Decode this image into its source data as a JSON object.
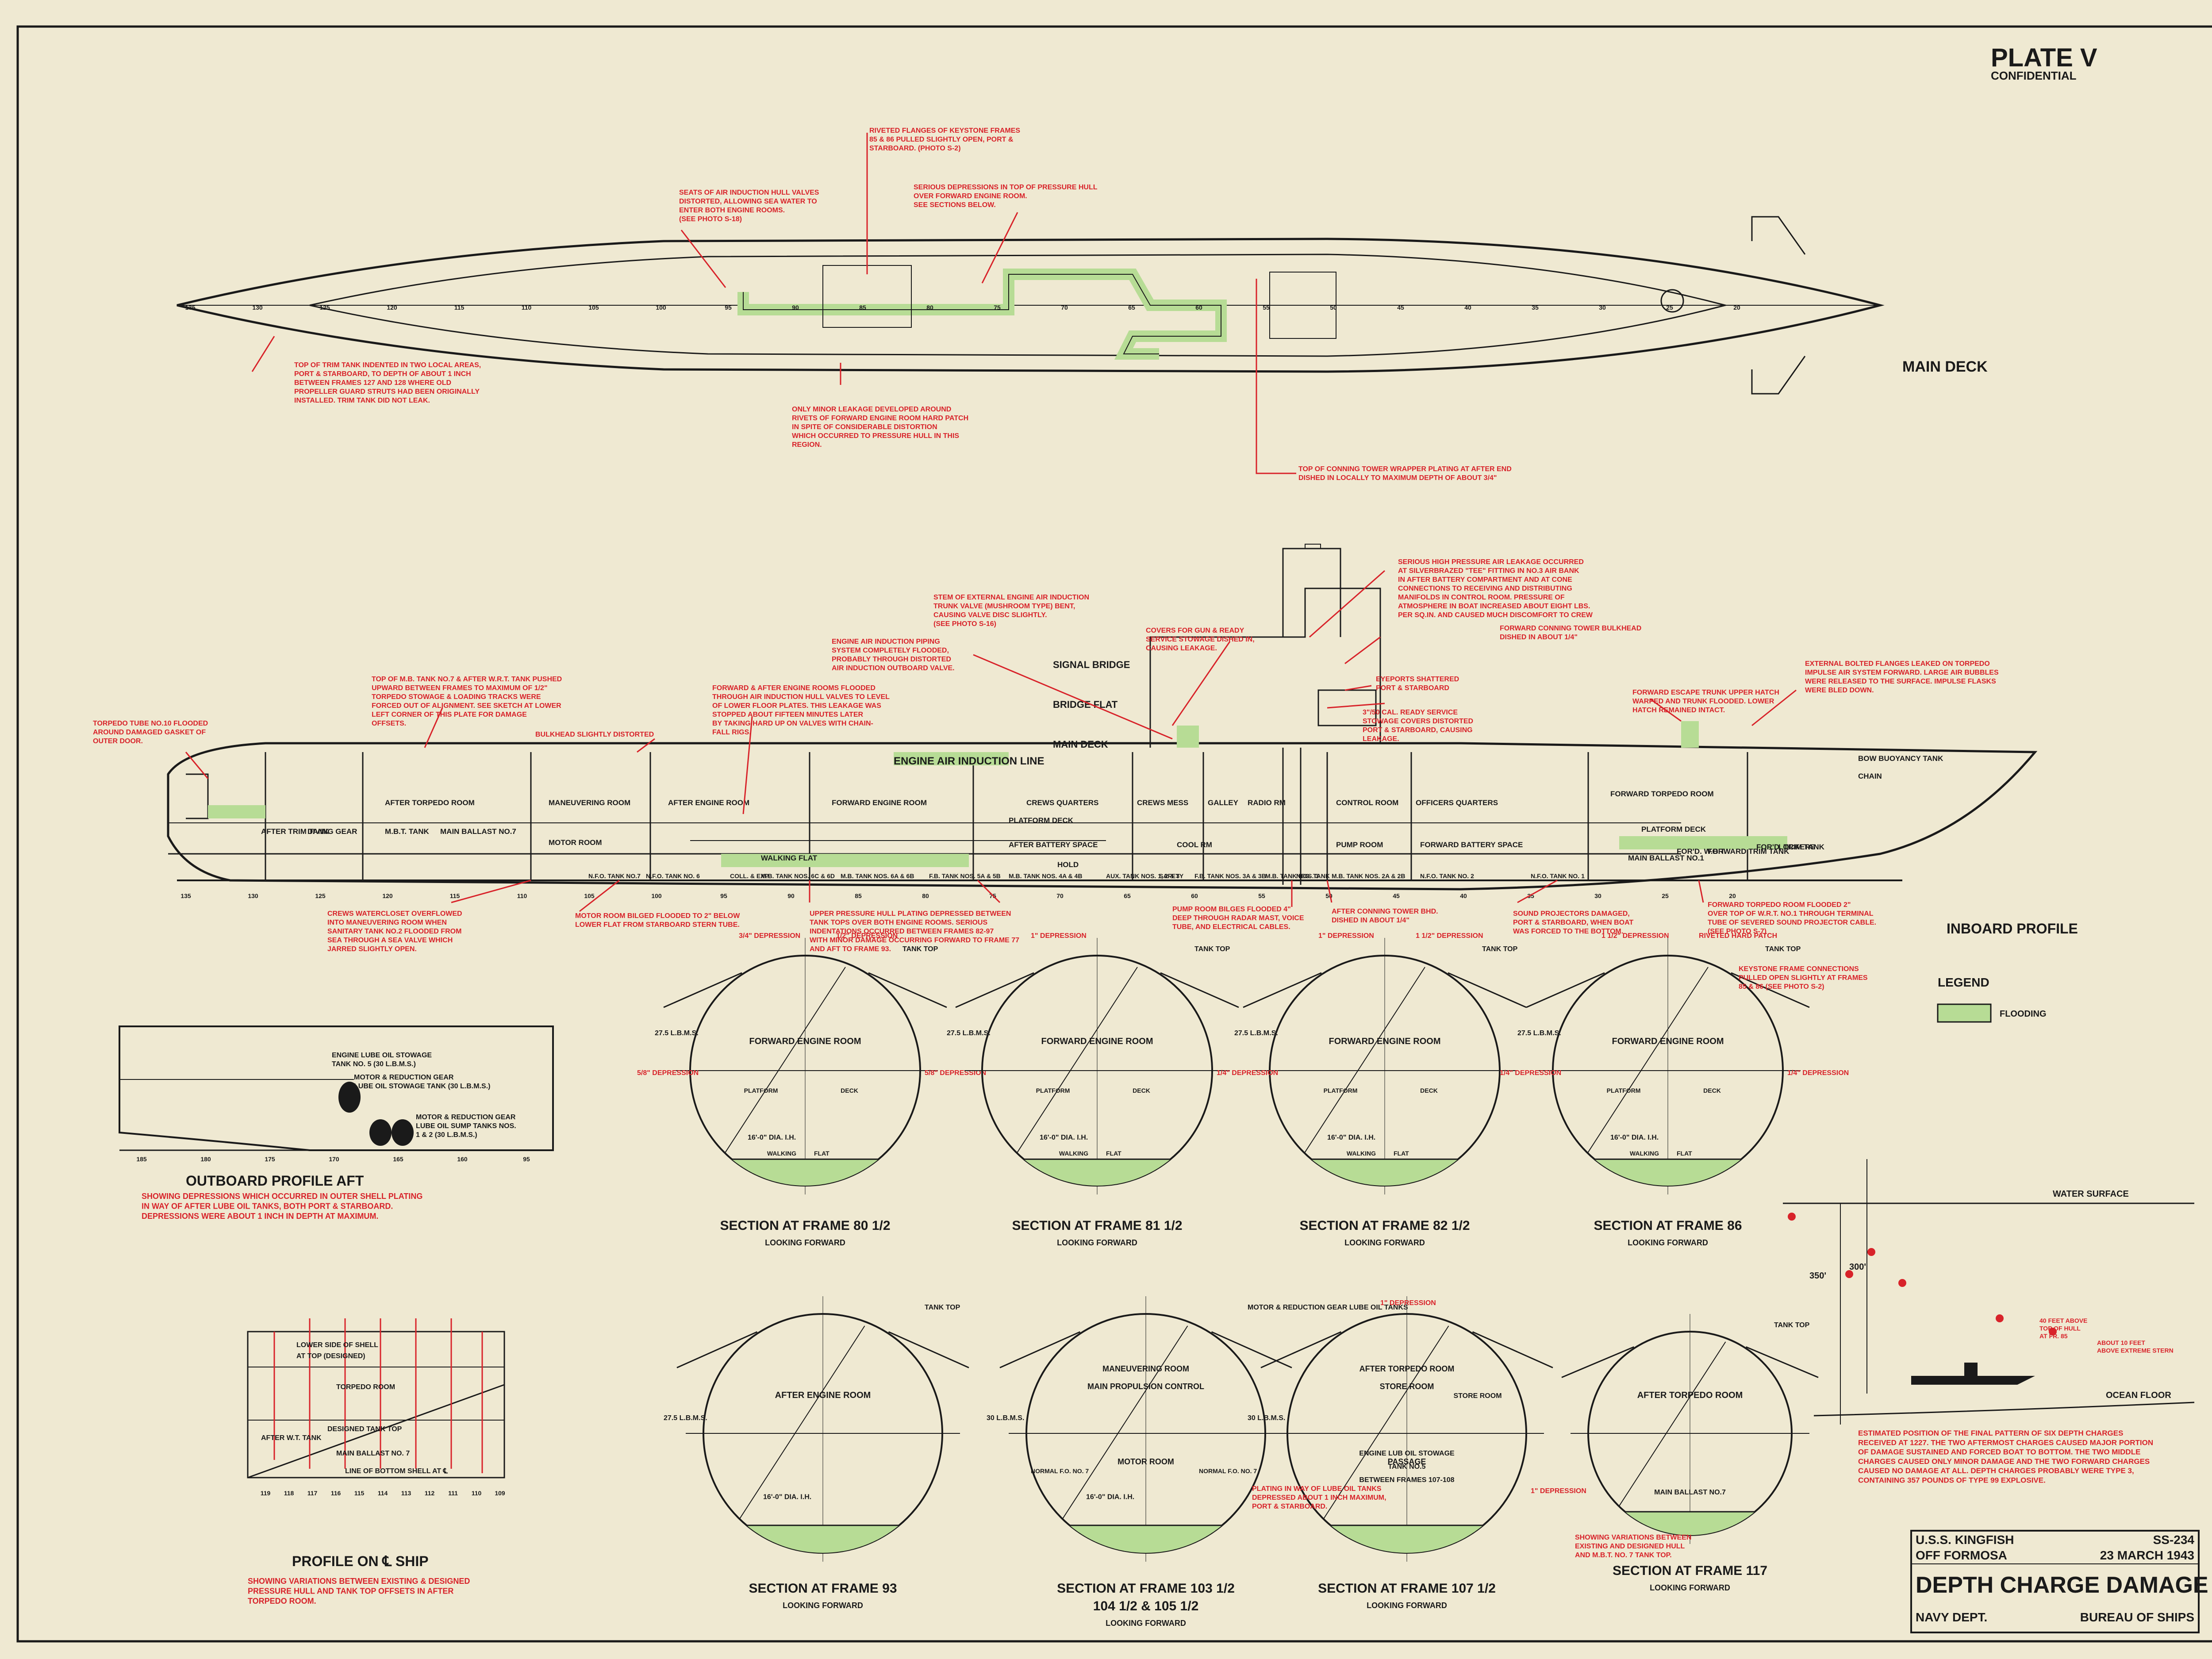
{
  "plate": "PLATE V",
  "confidential": "CONFIDENTIAL",
  "colors": {
    "paper": "#efe9d2",
    "ink": "#1a1a1a",
    "annotation": "#d8232a",
    "flooding": "#b7dc95"
  },
  "main_deck": {
    "title": "MAIN DECK",
    "frame_numbers": [
      "135",
      "130",
      "125",
      "120",
      "115",
      "110",
      "105",
      "100",
      "95",
      "90",
      "85",
      "80",
      "75",
      "70",
      "65",
      "60",
      "55",
      "50",
      "45",
      "40",
      "35",
      "30",
      "25",
      "20"
    ],
    "notes": [
      [
        "RIVETED FLANGES OF KEYSTONE FRAMES",
        "85 & 86 PULLED SLIGHTLY OPEN, PORT &",
        "STARBOARD. (PHOTO S-2)"
      ],
      [
        "SEATS OF AIR INDUCTION HULL VALVES",
        "DISTORTED, ALLOWING SEA WATER TO",
        "ENTER BOTH ENGINE ROOMS.",
        "(SEE PHOTO S-18)"
      ],
      [
        "SERIOUS DEPRESSIONS IN TOP OF PRESSURE HULL",
        "OVER FORWARD ENGINE ROOM.",
        "SEE SECTIONS BELOW."
      ],
      [
        "TOP OF TRIM TANK INDENTED IN TWO LOCAL AREAS,",
        "PORT & STARBOARD, TO DEPTH OF ABOUT 1 INCH",
        "BETWEEN FRAMES 127 AND 128 WHERE OLD",
        "PROPELLER GUARD STRUTS HAD BEEN ORIGINALLY",
        "INSTALLED. TRIM TANK DID NOT LEAK."
      ],
      [
        "ONLY MINOR LEAKAGE DEVELOPED AROUND",
        "RIVETS OF FORWARD ENGINE ROOM HARD PATCH",
        "IN SPITE OF CONSIDERABLE DISTORTION",
        "WHICH OCCURRED TO PRESSURE HULL IN THIS",
        "REGION."
      ],
      [
        "TOP OF CONNING TOWER WRAPPER PLATING AT AFTER END",
        "DISHED IN LOCALLY TO MAXIMUM DEPTH OF ABOUT 3/4\""
      ]
    ]
  },
  "inboard": {
    "title": "INBOARD PROFILE",
    "tower_labels": [
      "SIGNAL BRIDGE",
      "BRIDGE FLAT",
      "MAIN DECK"
    ],
    "induction_line": "ENGINE AIR INDUCTION LINE",
    "rooms": [
      "AFTER TRIM TANK",
      "DIVING GEAR",
      "M.B.T. TANK",
      "AFTER TORPEDO ROOM",
      "MAIN BALLAST NO.7",
      "MANEUVERING ROOM",
      "MOTOR ROOM",
      "AFTER ENGINE ROOM",
      "FORWARD ENGINE ROOM",
      "WALKING FLAT",
      "CREWS QUARTERS",
      "CREWS MESS",
      "GALLEY",
      "RADIO RM",
      "CONTROL ROOM",
      "PUMP ROOM",
      "OFFICERS QUARTERS",
      "AFTER BATTERY SPACE",
      "FORWARD BATTERY SPACE",
      "COOL RM",
      "PLATFORM DECK",
      "FORWARD TORPEDO ROOM",
      "BOW BUOYANCY TANK",
      "CHAIN",
      "MAIN BALLAST NO.1",
      "FOR'D. W.B.T.",
      "FORWARD TRIM TANK",
      "FOR'D. TRIM TANK",
      "LOCKERS",
      "PLATFORM DECK",
      "HOLD"
    ],
    "tanks": [
      "N.F.O. TANK NO.7",
      "N.F.O. TANK NO. 6",
      "COLL. & EXP.",
      "M.B. TANK NOS. 6C & 6D",
      "M.B. TANK NOS. 6A & 6B",
      "F.B. TANK NOS. 5A & 5B",
      "M.B. TANK NOS. 4A & 4B",
      "AUX. TANK NOS. 1, 2 & 3",
      "SAFETY",
      "F.B. TANK NOS. 3A & 3B",
      "M.B. TANK NOS. 3",
      "NEG. TANK",
      "M.B. TANK NOS. 2A & 2B",
      "N.F.O. TANK NO. 2",
      "N.F.O. TANK NO. 1"
    ],
    "frame_numbers": [
      "135",
      "130",
      "125",
      "120",
      "115",
      "110",
      "105",
      "100",
      "95",
      "90",
      "85",
      "80",
      "75",
      "70",
      "65",
      "60",
      "55",
      "50",
      "45",
      "40",
      "35",
      "30",
      "25",
      "20"
    ],
    "notes": [
      [
        "TORPEDO TUBE NO.10 FLOODED",
        "AROUND DAMAGED GASKET OF",
        "OUTER DOOR."
      ],
      [
        "TOP OF M.B. TANK NO.7 & AFTER W.R.T. TANK PUSHED",
        "UPWARD BETWEEN FRAMES TO MAXIMUM OF 1/2\"",
        "TORPEDO STOWAGE & LOADING TRACKS WERE",
        "FORCED OUT OF ALIGNMENT. SEE SKETCH AT LOWER",
        "LEFT CORNER OF THIS PLATE FOR DAMAGE",
        "OFFSETS."
      ],
      [
        "BULKHEAD SLIGHTLY DISTORTED"
      ],
      [
        "FORWARD & AFTER ENGINE ROOMS FLOODED",
        "THROUGH AIR INDUCTION HULL VALVES TO LEVEL",
        "OF LOWER FLOOR PLATES. THIS LEAKAGE WAS",
        "STOPPED ABOUT FIFTEEN MINUTES LATER",
        "BY TAKING HARD UP ON VALVES WITH CHAIN-",
        "FALL RIGS."
      ],
      [
        "ENGINE AIR INDUCTION PIPING",
        "SYSTEM COMPLETELY FLOODED,",
        "PROBABLY THROUGH DISTORTED",
        "AIR INDUCTION OUTBOARD VALVE."
      ],
      [
        "STEM OF EXTERNAL ENGINE AIR INDUCTION",
        "TRUNK VALVE (MUSHROOM TYPE) BENT,",
        "CAUSING VALVE DISC SLIGHTLY.",
        "(SEE PHOTO S-16)"
      ],
      [
        "COVERS FOR GUN & READY",
        "SERVICE STOWAGE DISHED IN,",
        "CAUSING LEAKAGE."
      ],
      [
        "EYEPORTS SHATTERED",
        "PORT & STARBOARD"
      ],
      [
        "SERIOUS HIGH PRESSURE AIR LEAKAGE OCCURRED",
        "AT SILVERBRAZED \"TEE\" FITTING IN NO.3 AIR BANK",
        "IN AFTER BATTERY COMPARTMENT AND AT CONE",
        "CONNECTIONS TO RECEIVING AND DISTRIBUTING",
        "MANIFOLDS IN CONTROL ROOM. PRESSURE OF",
        "ATMOSPHERE IN BOAT INCREASED ABOUT EIGHT LBS.",
        "PER SQ.IN. AND CAUSED MUCH DISCOMFORT TO CREW"
      ],
      [
        "FORWARD CONNING TOWER BULKHEAD",
        "DISHED IN ABOUT 1/4\""
      ],
      [
        "3\"/50 CAL. READY SERVICE",
        "STOWAGE COVERS DISTORTED",
        "PORT & STARBOARD, CAUSING",
        "LEAKAGE."
      ],
      [
        "FORWARD ESCAPE TRUNK UPPER HATCH",
        "WARPED AND TRUNK FLOODED. LOWER",
        "HATCH REMAINED INTACT."
      ],
      [
        "EXTERNAL BOLTED FLANGES LEAKED ON TORPEDO",
        "IMPULSE AIR SYSTEM FORWARD. LARGE AIR BUBBLES",
        "WERE RELEASED TO THE SURFACE. IMPULSE FLASKS",
        "WERE BLED DOWN."
      ],
      [
        "CREWS WATERCLOSET OVERFLOWED",
        "INTO MANEUVERING ROOM WHEN",
        "SANITARY TANK NO.2 FLOODED FROM",
        "SEA THROUGH A SEA VALVE WHICH",
        "JARRED SLIGHTLY OPEN."
      ],
      [
        "MOTOR ROOM BILGED FLOODED TO 2\" BELOW",
        "LOWER FLAT FROM STARBOARD STERN TUBE."
      ],
      [
        "UPPER PRESSURE HULL PLATING DEPRESSED BETWEEN",
        "TANK TOPS OVER BOTH ENGINE ROOMS. SERIOUS",
        "INDENTATIONS OCCURRED BETWEEN FRAMES 82-97",
        "WITH MINOR DAMAGE OCCURRING FORWARD TO FRAME 77",
        "AND AFT TO FRAME 93."
      ],
      [
        "PUMP ROOM BILGES FLOODED 4\"",
        "DEEP THROUGH RADAR MAST, VOICE",
        "TUBE, AND ELECTRICAL CABLES."
      ],
      [
        "AFTER CONNING TOWER BHD.",
        "DISHED IN ABOUT 1/4\""
      ],
      [
        "SOUND PROJECTORS DAMAGED,",
        "PORT & STARBOARD, WHEN BOAT",
        "WAS FORCED TO THE BOTTOM."
      ],
      [
        "FORWARD TORPEDO ROOM FLOODED 2\"",
        "OVER TOP OF W.R.T. NO.1 THROUGH TERMINAL",
        "TUBE OF SEVERED SOUND PROJECTOR CABLE.",
        "(SEE PHOTO S-7)"
      ]
    ]
  },
  "legend": {
    "title": "LEGEND",
    "item": "FLOODING"
  },
  "outboard_aft": {
    "title": "OUTBOARD PROFILE AFT",
    "labels": [
      [
        "ENGINE LUBE OIL STOWAGE",
        "TANK NO. 5 (30 L.B.M.S.)"
      ],
      [
        "MOTOR & REDUCTION GEAR",
        "LUBE OIL STOWAGE TANK (30 L.B.M.S.)"
      ],
      [
        "MOTOR & REDUCTION GEAR",
        "LUBE OIL SUMP TANKS NOS.",
        "1 & 2 (30 L.B.M.S.)"
      ]
    ],
    "frames": [
      "185",
      "180",
      "175",
      "170",
      "165",
      "160",
      "95"
    ],
    "note": [
      "SHOWING DEPRESSIONS WHICH OCCURRED IN OUTER SHELL PLATING",
      "IN WAY OF AFTER LUBE OIL TANKS, BOTH PORT & STARBOARD.",
      "DEPRESSIONS WERE ABOUT 1 INCH IN DEPTH AT MAXIMUM."
    ]
  },
  "sections_top": [
    {
      "title": "SECTION AT FRAME 80 1/2",
      "sub": "LOOKING FORWARD",
      "room": "FORWARD ENGINE ROOM",
      "dep_top": [
        "3/4\" DEPRESSION",
        "1/2\" DEPRESSION"
      ],
      "dep_side": [
        "5/8\" DEPRESSION",
        "5/8\" DEPRESSION"
      ],
      "tank": "TANK TOP",
      "lbs": "27.5 L.B.M.S.",
      "dia": "16'-0\" DIA. I.H."
    },
    {
      "title": "SECTION AT FRAME 81 1/2",
      "sub": "LOOKING FORWARD",
      "room": "FORWARD ENGINE ROOM",
      "dep_top": [
        "1\" DEPRESSION"
      ],
      "dep_side": [],
      "tank": "TANK TOP",
      "lbs": "27.5 L.B.M.S.",
      "dia": "16'-0\" DIA. I.H."
    },
    {
      "title": "SECTION AT FRAME 82 1/2",
      "sub": "LOOKING FORWARD",
      "room": "FORWARD ENGINE ROOM",
      "dep_top": [
        "1\" DEPRESSION",
        "1 1/2\" DEPRESSION"
      ],
      "dep_side": [
        "1/4\" DEPRESSION"
      ],
      "tank": "TANK TOP",
      "lbs": "27.5 L.B.M.S.",
      "dia": "16'-0\" DIA. I.H."
    },
    {
      "title": "SECTION AT FRAME 86",
      "sub": "LOOKING FORWARD",
      "room": "FORWARD ENGINE ROOM",
      "dep_top": [
        "1 1/2\" DEPRESSION",
        "RIVETED HARD PATCH"
      ],
      "dep_side": [
        "1/4\" DEPRESSION",
        "1/4\" DEPRESSION"
      ],
      "tank": "TANK TOP",
      "lbs": "27.5 L.B.M.S.",
      "dia": "16'-0\" DIA. I.H."
    }
  ],
  "keystone_note": [
    "KEYSTONE FRAME CONNECTIONS",
    "PULLED OPEN SLIGHTLY AT FRAMES",
    "85 & 86 (SEE PHOTO S-2)"
  ],
  "common": {
    "platform": "PLATFORM",
    "deck": "DECK",
    "walking": "WALKING",
    "flat": "FLAT"
  },
  "sections_bottom": [
    {
      "title": "SECTION AT FRAME 93",
      "sub": "LOOKING FORWARD",
      "room": "AFTER ENGINE ROOM",
      "tank": "TANK TOP",
      "lbs": "27.5 L.B.M.S.",
      "dia": "16'-0\" DIA. I.H."
    },
    {
      "title": "SECTION AT FRAME 103 1/2",
      "title2": "104 1/2 & 105 1/2",
      "sub": "LOOKING FORWARD",
      "room1": "MANEUVERING ROOM",
      "room2": "MAIN PROPULSION CONTROL",
      "room3": "MOTOR ROOM",
      "lbs": "30 L.B.M.S.",
      "side1": "NORMAL F.O. NO. 7",
      "side2": "NORMAL F.O. NO. 7",
      "tank": "MOTOR & REDUCTION GEAR LUBE OIL TANKS",
      "dia": "16'-0\" DIA. I.H."
    },
    {
      "title": "SECTION AT FRAME 107 1/2",
      "sub": "LOOKING FORWARD",
      "room1": "AFTER TORPEDO ROOM",
      "room2": "STORE ROOM",
      "room3": "PASSAGE",
      "room4": "STORE ROOM",
      "tank1": "ENGINE LUB OIL STOWAGE",
      "tank2": "TANK NO.5",
      "tank3": "BETWEEN FRAMES 107-108",
      "lbs": "30 L.B.M.S.",
      "dep": "1\" DEPRESSION",
      "dep2": "1\" DEPRESSION"
    },
    {
      "title": "SECTION AT FRAME 117",
      "sub": "LOOKING FORWARD",
      "room": "AFTER TORPEDO ROOM",
      "tank": "TANK TOP",
      "ballast": "MAIN BALLAST NO.7"
    }
  ],
  "lube_note": [
    "PLATING IN WAY OF LUBE OIL TANKS",
    "DEPRESSED ABOUT 1 INCH MAXIMUM,",
    "PORT & STARBOARD."
  ],
  "frame117_note": [
    "SHOWING VARIATIONS BETWEEN",
    "EXISTING AND DESIGNED HULL",
    "AND M.B.T. NO. 7 TANK TOP."
  ],
  "profile_ship": {
    "title": "PROFILE ON ℄ SHIP",
    "labels": [
      "LOWER SIDE OF SHELL",
      "AT TOP (DESIGNED)",
      "TORPEDO ROOM",
      "DESIGNED TANK TOP",
      "AFTER W.T. TANK",
      "MAIN BALLAST NO. 7",
      "LINE OF BOTTOM SHELL AT ℄"
    ],
    "frames": [
      "119",
      "118",
      "117",
      "116",
      "115",
      "114",
      "113",
      "112",
      "111",
      "110",
      "109"
    ],
    "note": [
      "SHOWING VARIATIONS BETWEEN EXISTING & DESIGNED",
      "PRESSURE HULL AND TANK TOP OFFSETS IN AFTER",
      "TORPEDO ROOM."
    ]
  },
  "depth_diagram": {
    "water_surface": "WATER SURFACE",
    "ocean_floor": "OCEAN FLOOR",
    "depth_a": "350'",
    "depth_b": "300'",
    "label_a": [
      "40 FEET ABOVE",
      "TOP OF HULL",
      "AT FR. 85"
    ],
    "label_b": [
      "ABOUT 10 FEET",
      "ABOVE EXTREME STERN"
    ],
    "note": [
      "ESTIMATED POSITION OF THE FINAL PATTERN OF SIX DEPTH CHARGES",
      "RECEIVED AT 1227. THE TWO AFTERMOST CHARGES CAUSED MAJOR PORTION",
      "OF DAMAGE SUSTAINED AND FORCED BOAT TO BOTTOM. THE TWO MIDDLE",
      "CHARGES CAUSED ONLY MINOR DAMAGE AND THE TWO FORWARD CHARGES",
      "CAUSED NO DAMAGE AT ALL. DEPTH CHARGES PROBABLY WERE TYPE 3,",
      "CONTAINING 357 POUNDS OF TYPE 99 EXPLOSIVE."
    ]
  },
  "title_block": {
    "ship": "U.S.S. KINGFISH",
    "number": "SS-234",
    "place": "OFF FORMOSA",
    "date": "23 MARCH 1943",
    "title": "DEPTH CHARGE DAMAGE",
    "dept": "NAVY DEPT.",
    "bureau": "BUREAU OF SHIPS"
  }
}
